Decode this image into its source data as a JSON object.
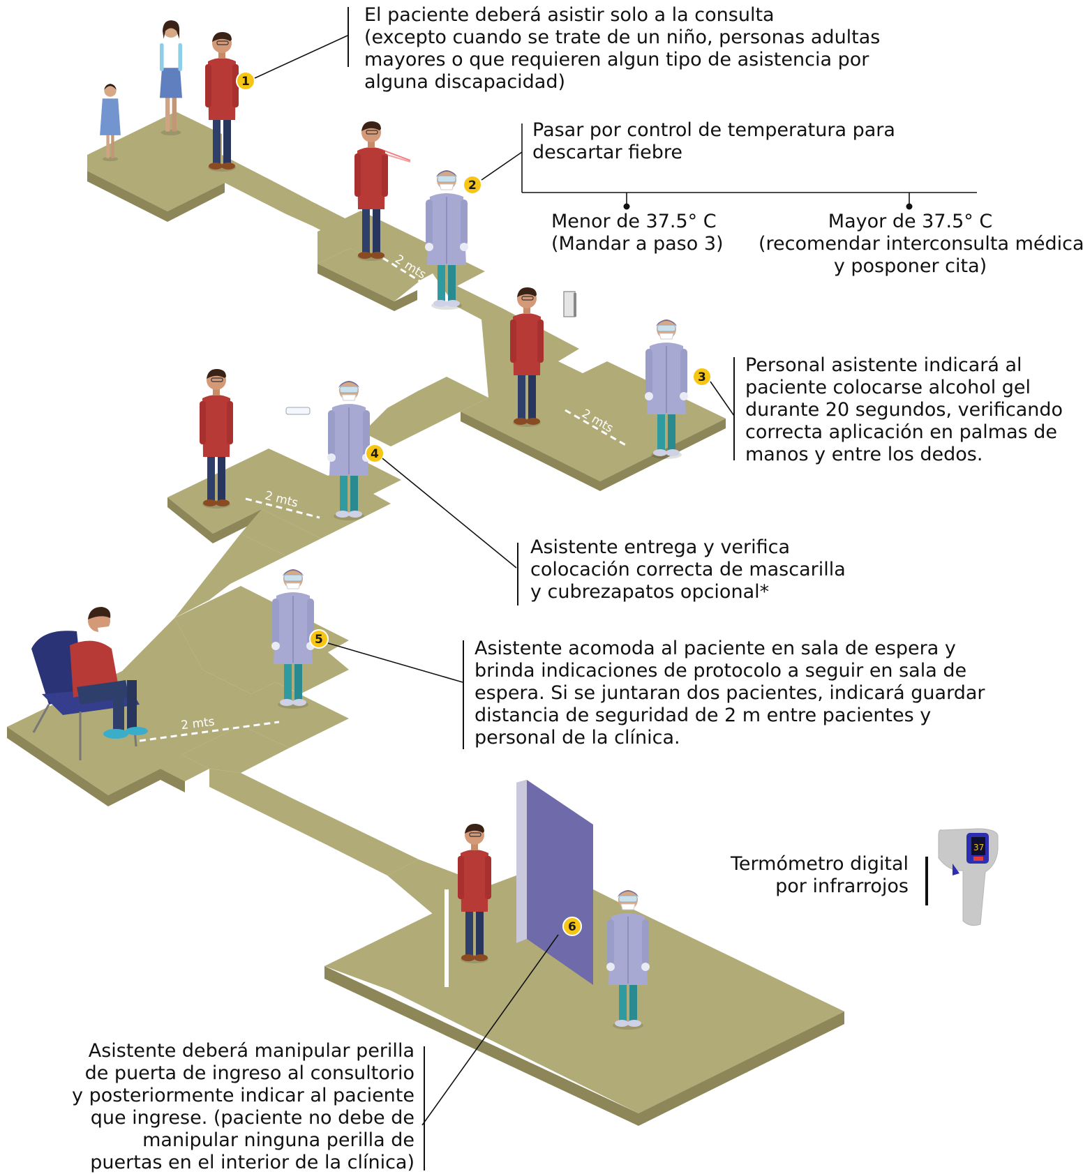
{
  "steps": [
    {
      "number": "1",
      "lines": [
        "El paciente deberá asistir solo a la consulta",
        "(excepto cuando se trate de un niño, personas adultas",
        "mayores o que requieren algun tipo de  asistencia por",
        "alguna discapacidad)"
      ]
    },
    {
      "number": "2",
      "lines": [
        "Pasar por control de temperatura para",
        "descartar fiebre"
      ]
    },
    {
      "number": "3",
      "lines": [
        "Personal asistente indicará al",
        "paciente colocarse alcohol gel",
        "durante 20 segundos, verificando",
        "correcta aplicación en palmas de",
        "manos y entre los dedos."
      ]
    },
    {
      "number": "4",
      "lines": [
        "Asistente entrega y verifica",
        "colocación correcta de mascarilla",
        "y cubrezapatos opcional*"
      ]
    },
    {
      "number": "5",
      "lines": [
        "Asistente acomoda al paciente en sala de espera y",
        "brinda indicaciones de protocolo a seguir en sala de",
        "espera. Si se juntaran dos pacientes, indicará guardar",
        "distancia de seguridad de 2 m entre pacientes y",
        "personal de la clínica."
      ]
    },
    {
      "number": "6",
      "lines": [
        "Asistente deberá manipular perilla",
        "de puerta de ingreso al consultorio",
        "y posteriormente indicar al paciente",
        "que ingrese. (paciente no debe de",
        "manipular ninguna perilla de",
        "puertas en el interior de la clínica)"
      ]
    }
  ],
  "temperature_branches": [
    {
      "lines": [
        "Menor de 37.5° C",
        "(Mandar a paso 3)"
      ]
    },
    {
      "lines": [
        "Mayor de 37.5° C",
        "(recomendar interconsulta médica",
        "y posponer cita)"
      ]
    }
  ],
  "distance_label": "2 mts",
  "thermometer": {
    "lines": [
      "Termómetro digital",
      "por infrarrojos"
    ],
    "display": "37"
  },
  "colors": {
    "floor": "#b1ab78",
    "floor_side": "#8c8658",
    "shirt": "#b83a37",
    "pants": "#2f3f6b",
    "coat": "#a7a9d2",
    "scrubs": "#2f9aa0",
    "badge": "#f6c516",
    "door": "#6f6bab",
    "chair": "#2b3377"
  }
}
